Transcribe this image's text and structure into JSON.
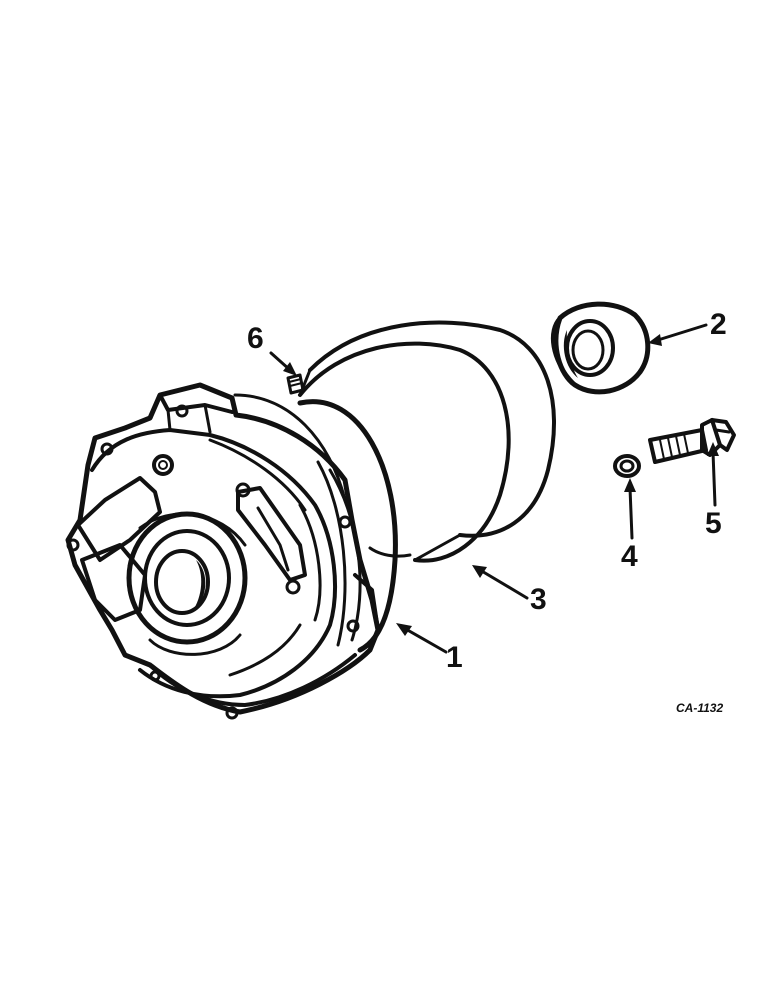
{
  "callouts": [
    {
      "id": "1",
      "part": "housing"
    },
    {
      "id": "2",
      "part": "bearing"
    },
    {
      "id": "3",
      "part": "o-ring"
    },
    {
      "id": "4",
      "part": "washer"
    },
    {
      "id": "5",
      "part": "bolt"
    },
    {
      "id": "6",
      "part": "plug"
    }
  ],
  "drawing_code": "CA-1132",
  "ink_color": "#111111",
  "background_color": "#ffffff"
}
